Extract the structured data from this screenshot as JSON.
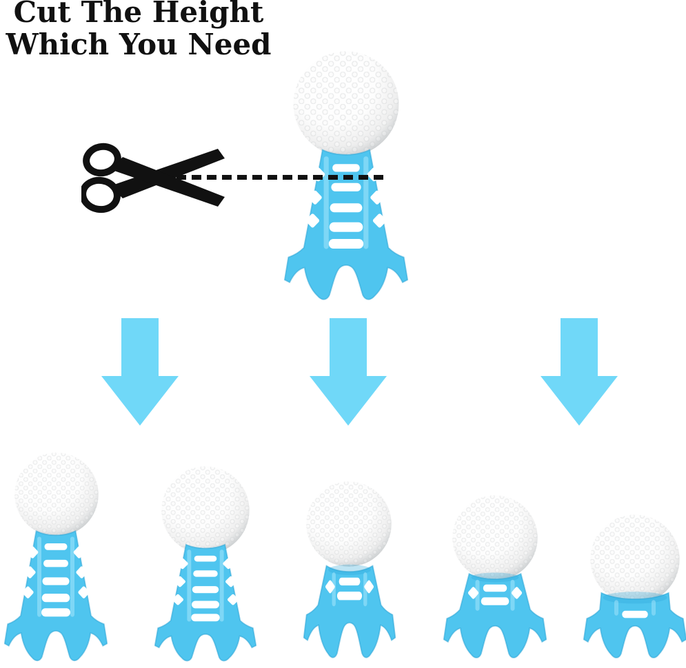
{
  "title": {
    "line1": "Cut The Height",
    "line2": "Which You Need"
  },
  "colors": {
    "background": "#ffffff",
    "ink": "#111111",
    "arrow_blue": "#70d8f8",
    "tee_blue": "#4fc5ef",
    "tee_blue_light": "#a5e6fb",
    "tee_blue_dark": "#2ba4d6"
  },
  "icons": {
    "scissors": "scissors-icon",
    "cut_line": "dashed-cut-line",
    "down_arrow": "down-arrow-icon"
  },
  "scene": {
    "top_group": "golf ball on full-height blue practice tee with dashed cut line",
    "arrow_count": 3,
    "bottom_group": "five golf balls on blue tees trimmed to decreasing heights"
  }
}
